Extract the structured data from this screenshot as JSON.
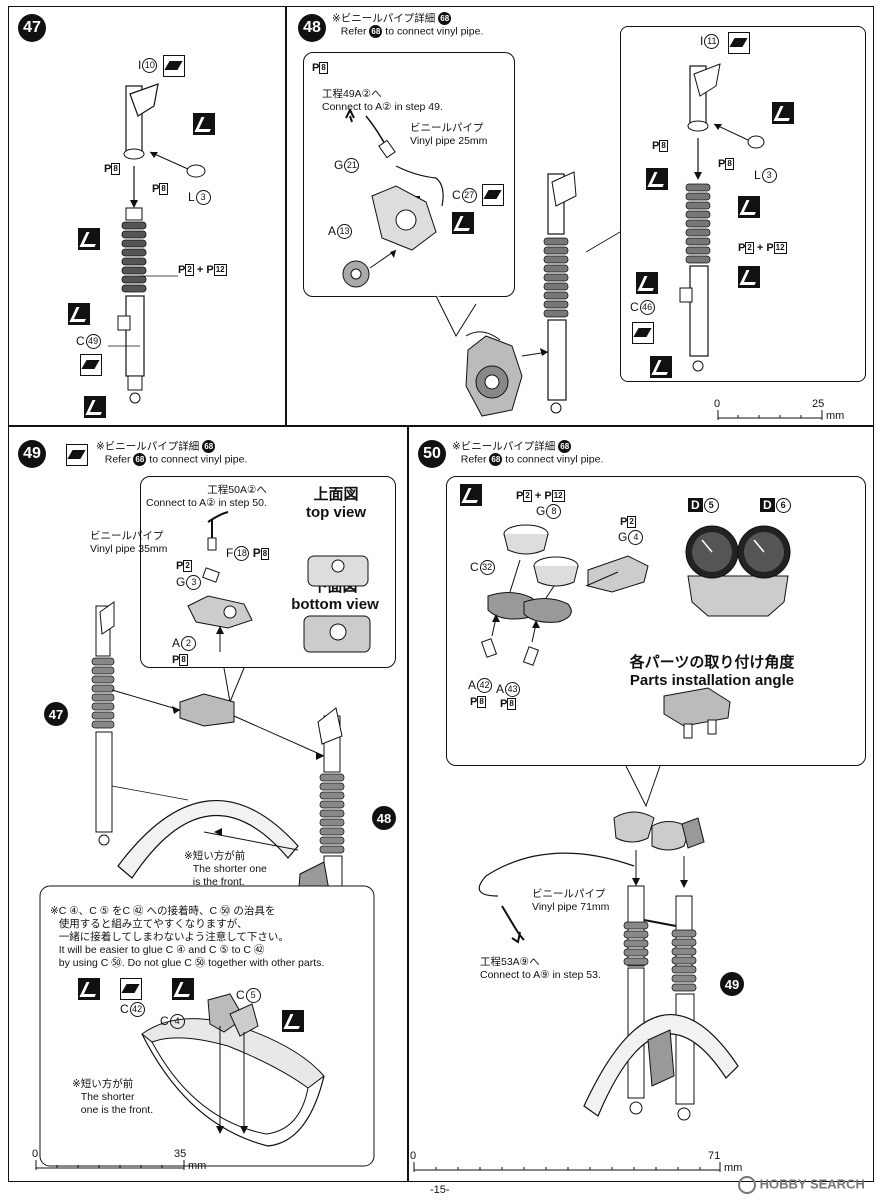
{
  "page_number": "-15-",
  "watermark": "HOBBY SEARCH",
  "steps": {
    "s47": {
      "number": "47",
      "labels": {
        "i10": "I",
        "i10n": "10",
        "ph8a": "P",
        "ph8a_n": "8",
        "ph8b": "P",
        "ph8b_n": "8",
        "l3": "L",
        "l3n": "3",
        "ph2": "P",
        "ph2n": "2",
        "plus": "+",
        "ph12": "P",
        "ph12n": "12",
        "c49": "C",
        "c49n": "49"
      }
    },
    "s48": {
      "number": "48",
      "note_jp": "※ビニールパイプ詳細",
      "note_ref": "68",
      "note_en_pre": "Refer",
      "note_en_post": "to connect vinyl pipe.",
      "callout": {
        "ph8": "8",
        "conn_jp": "工程49A②へ",
        "conn_en": "Connect to A② in step 49.",
        "vinyl_jp": "ビニールパイプ",
        "vinyl_en": "Vinyl pipe 25mm",
        "g21": "G",
        "g21n": "21",
        "c27": "C",
        "c27n": "27",
        "a13": "A",
        "a13n": "13"
      },
      "right": {
        "i11": "I",
        "i11n": "11",
        "ph8a": "8",
        "ph8b": "8",
        "l3": "L",
        "l3n": "3",
        "ph2": "2",
        "ph12": "12",
        "c46": "C",
        "c46n": "46"
      },
      "scale": {
        "start": "0",
        "end": "25",
        "unit": "mm"
      }
    },
    "s49": {
      "number": "49",
      "note_jp": "※ビニールパイプ詳細",
      "note_ref": "68",
      "note_en_pre": "Refer",
      "note_en_post": "to connect vinyl pipe.",
      "callout": {
        "conn_jp": "工程50A②へ",
        "conn_en": "Connect to A② in step 50.",
        "vinyl_jp": "ビニールパイプ",
        "vinyl_en": "Vinyl pipe 35mm",
        "f18": "F",
        "f18n": "18",
        "ph8": "8",
        "ph2": "2",
        "g3": "G",
        "g3n": "3",
        "a2": "A",
        "a2n": "2",
        "ph8b": "8",
        "top_jp": "上面図",
        "top_en": "top view",
        "bottom_jp": "下面図",
        "bottom_en": "bottom view"
      },
      "ref47": "47",
      "ref48": "48",
      "shorter_jp": "※短い方が前",
      "shorter_en1": "The shorter one",
      "shorter_en2": "is the front.",
      "tip_jp1": "※C ④、C ⑤ をC ㊷ への接着時、C ㊿ の治具を",
      "tip_jp2": "使用すると組み立てやすくなりますが、",
      "tip_jp3": "一緒に接着してしまわないよう注意して下さい。",
      "tip_en1": "It will be easier to glue C ④ and C ⑤ to C ㊷",
      "tip_en2": "by using C ㊿. Do not glue C ㊿ together with other parts.",
      "c42": "C",
      "c42n": "42",
      "c4": "C",
      "c4n": "4",
      "c5": "C",
      "c5n": "5",
      "shorter2_jp": "※短い方が前",
      "shorter2_en1": "The shorter",
      "shorter2_en2": "one is the front.",
      "scale": {
        "start": "0",
        "end": "35",
        "unit": "mm"
      }
    },
    "s50": {
      "number": "50",
      "note_jp": "※ビニールパイプ詳細",
      "note_ref": "68",
      "note_en_pre": "Refer",
      "note_en_post": "to connect vinyl pipe.",
      "callout": {
        "ph2": "2",
        "plus": "+",
        "ph12": "12",
        "g8": "G",
        "g8n": "8",
        "c32": "C",
        "c32n": "32",
        "ph2b": "2",
        "g4": "G",
        "g4n": "4",
        "d5": "D",
        "d5n": "5",
        "d6": "D",
        "d6n": "6",
        "a42": "A",
        "a42n": "42",
        "a43": "A",
        "a43n": "43",
        "ph8a": "8",
        "ph8b": "8",
        "angle_jp": "各パーツの取り付け角度",
        "angle_en": "Parts installation angle"
      },
      "vinyl_jp": "ビニールパイプ",
      "vinyl_en": "Vinyl pipe 71mm",
      "conn_jp": "工程53A⑨へ",
      "conn_en": "Connect to A⑨ in step 53.",
      "ref49": "49",
      "scale": {
        "start": "0",
        "end": "71",
        "unit": "mm"
      }
    }
  }
}
